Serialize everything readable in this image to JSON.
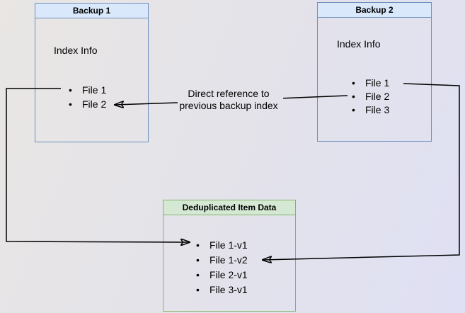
{
  "diagram": {
    "backup1": {
      "title": "Backup 1",
      "subtitle": "Index Info",
      "files": [
        "File 1",
        "File 2"
      ]
    },
    "backup2": {
      "title": "Backup 2",
      "subtitle": "Index Info",
      "files": [
        "File 1",
        "File 2",
        "File 3"
      ]
    },
    "dedup": {
      "title": "Deduplicated Item Data",
      "files": [
        "File 1-v1",
        "File 1-v2",
        "File 2-v1",
        "File 3-v1"
      ]
    },
    "annotation": {
      "line1": "Direct reference to",
      "line2": "previous backup index"
    },
    "connectors": [
      {
        "from": "Backup 1 / File 1",
        "to": "Deduplicated Item Data / File 1-v1",
        "style": "arrow"
      },
      {
        "from": "Backup 2 / File 2",
        "to": "Backup 1 / File 2",
        "style": "arrow",
        "label": "Direct reference to previous backup index"
      },
      {
        "from": "Backup 2 / File 1",
        "to": "Deduplicated Item Data / File 1-v2",
        "style": "arrow"
      }
    ],
    "colors": {
      "blue_box_border": "#6c8ebf",
      "blue_box_header_fill": "#dae8fc",
      "green_box_border": "#82b366",
      "green_box_header_fill": "#d5e8d4",
      "connector": "#000000",
      "background_top_left": "#e9e6e3",
      "background_bottom_right": "#dfe0f4"
    }
  }
}
